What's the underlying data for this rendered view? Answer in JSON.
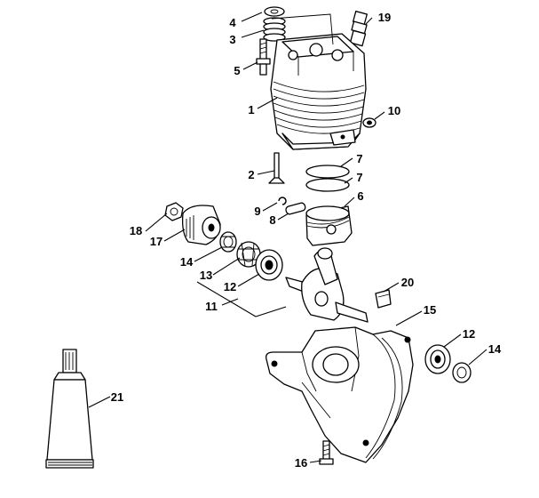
{
  "diagram": {
    "callouts": [
      {
        "id": "c4",
        "label": "4"
      },
      {
        "id": "c3",
        "label": "3"
      },
      {
        "id": "c5",
        "label": "5"
      },
      {
        "id": "c19",
        "label": "19"
      },
      {
        "id": "c1",
        "label": "1"
      },
      {
        "id": "c10",
        "label": "10"
      },
      {
        "id": "c7a",
        "label": "7"
      },
      {
        "id": "c2",
        "label": "2"
      },
      {
        "id": "c7b",
        "label": "7"
      },
      {
        "id": "c9",
        "label": "9"
      },
      {
        "id": "c8",
        "label": "8"
      },
      {
        "id": "c6",
        "label": "6"
      },
      {
        "id": "c18",
        "label": "18"
      },
      {
        "id": "c17",
        "label": "17"
      },
      {
        "id": "c14a",
        "label": "14"
      },
      {
        "id": "c13",
        "label": "13"
      },
      {
        "id": "c12a",
        "label": "12"
      },
      {
        "id": "c11",
        "label": "11"
      },
      {
        "id": "c20",
        "label": "20"
      },
      {
        "id": "c15",
        "label": "15"
      },
      {
        "id": "c12b",
        "label": "12"
      },
      {
        "id": "c14b",
        "label": "14"
      },
      {
        "id": "c21",
        "label": "21"
      },
      {
        "id": "c16",
        "label": "16"
      }
    ]
  }
}
